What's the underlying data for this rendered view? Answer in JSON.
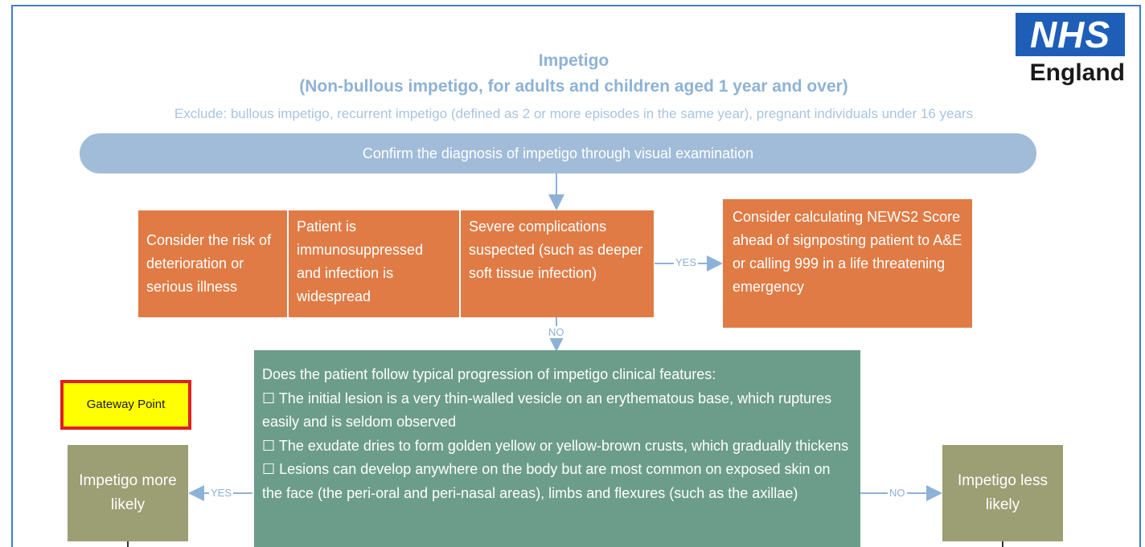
{
  "header": {
    "title": "Impetigo",
    "subtitle": "(Non-bullous impetigo, for adults and children aged 1 year and over)",
    "exclude": "Exclude: bullous impetigo, recurrent impetigo (defined as 2 or more episodes in the same year), pregnant individuals under 16 years"
  },
  "logo": {
    "mark": "NHS",
    "region": "England"
  },
  "flow": {
    "confirm": "Confirm the diagnosis of impetigo through visual examination",
    "risk": "Consider the risk of deterioration or serious illness",
    "immuno": "Patient is immunosuppressed and infection is widespread",
    "severe": "Severe complications suspected (such as deeper soft tissue infection)",
    "news2": "Consider calculating NEWS2 Score ahead of signposting patient to A&E or calling 999 in a life threatening emergency",
    "question": "Does the patient follow typical progression of impetigo clinical features:",
    "features": [
      "☐ The initial lesion is a very thin-walled vesicle on an erythematous base, which ruptures easily and is seldom observed",
      "☐ The exudate dries to form golden yellow or yellow-brown crusts, which gradually thickens",
      "☐ Lesions can develop anywhere on the body but are most common on exposed skin on the face (the peri-oral and peri-nasal areas), limbs and flexures (such as the axillae)"
    ],
    "more_likely": "Impetigo more likely",
    "less_likely": "Impetigo less likely",
    "gateway": "Gateway Point",
    "yes": "YES",
    "no": "NO"
  },
  "colors": {
    "frame": "#3d7ec9",
    "title": "#8eb2d6",
    "confirm_bg": "#a1bcd9",
    "orange": "#e07b45",
    "green": "#6c9d8a",
    "olive": "#9c9e73",
    "gateway_bg": "#ffff00",
    "gateway_border": "#e02020",
    "nhs_blue": "#1e5eb8"
  }
}
